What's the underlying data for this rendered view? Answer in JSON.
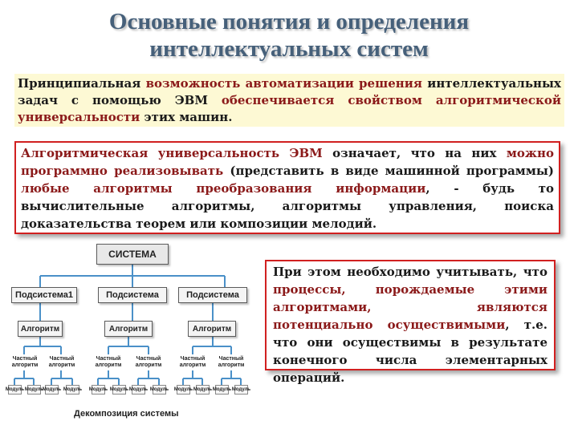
{
  "title": {
    "line1": "Основные понятия и определения",
    "line2": "интеллектуальных систем"
  },
  "box1": {
    "segments": [
      {
        "text": "Принципиальная ",
        "red": false
      },
      {
        "text": "возможность автоматизации решения",
        "red": true
      },
      {
        "text": " интеллектуальных задач с помощью ЭВМ ",
        "red": false
      },
      {
        "text": "обеспечивается свойством алгоритмической универсальности",
        "red": true
      },
      {
        "text": " этих машин.",
        "red": false
      }
    ]
  },
  "box2": {
    "segments": [
      {
        "text": "Алгоритмическая универсальность ЭВМ",
        "red": true
      },
      {
        "text": " означает, что на них ",
        "red": false
      },
      {
        "text": "можно программно реализовывать",
        "red": true
      },
      {
        "text": " (представить в виде машинной программы) ",
        "red": false
      },
      {
        "text": "любые алгоритмы преобразования информации",
        "red": true
      },
      {
        "text": ", - будь то вычислительные алгоритмы, алгоритмы управления, поиска доказательства теорем или композиции мелодий.",
        "red": false
      }
    ]
  },
  "box3": {
    "segments": [
      {
        "text": "При этом необходимо учитывать, что ",
        "red": false
      },
      {
        "text": "процессы, порождаемые этими алгоритмами, являются потенциально осуществимыми",
        "red": true
      },
      {
        "text": ", т.е. что они осуществимы в результате конечного числа элементарных операций.",
        "red": false
      }
    ]
  },
  "diagram": {
    "root": "СИСТЕМА",
    "subsystems": [
      "Подсистема1",
      "Подсистема",
      "Подсистема"
    ],
    "algorithm": "Алгоритм",
    "partial1": "Частный алгоритм",
    "partial2": "Частный алгоритм",
    "module": "Модуль",
    "caption": "Декомпозиция системы"
  }
}
